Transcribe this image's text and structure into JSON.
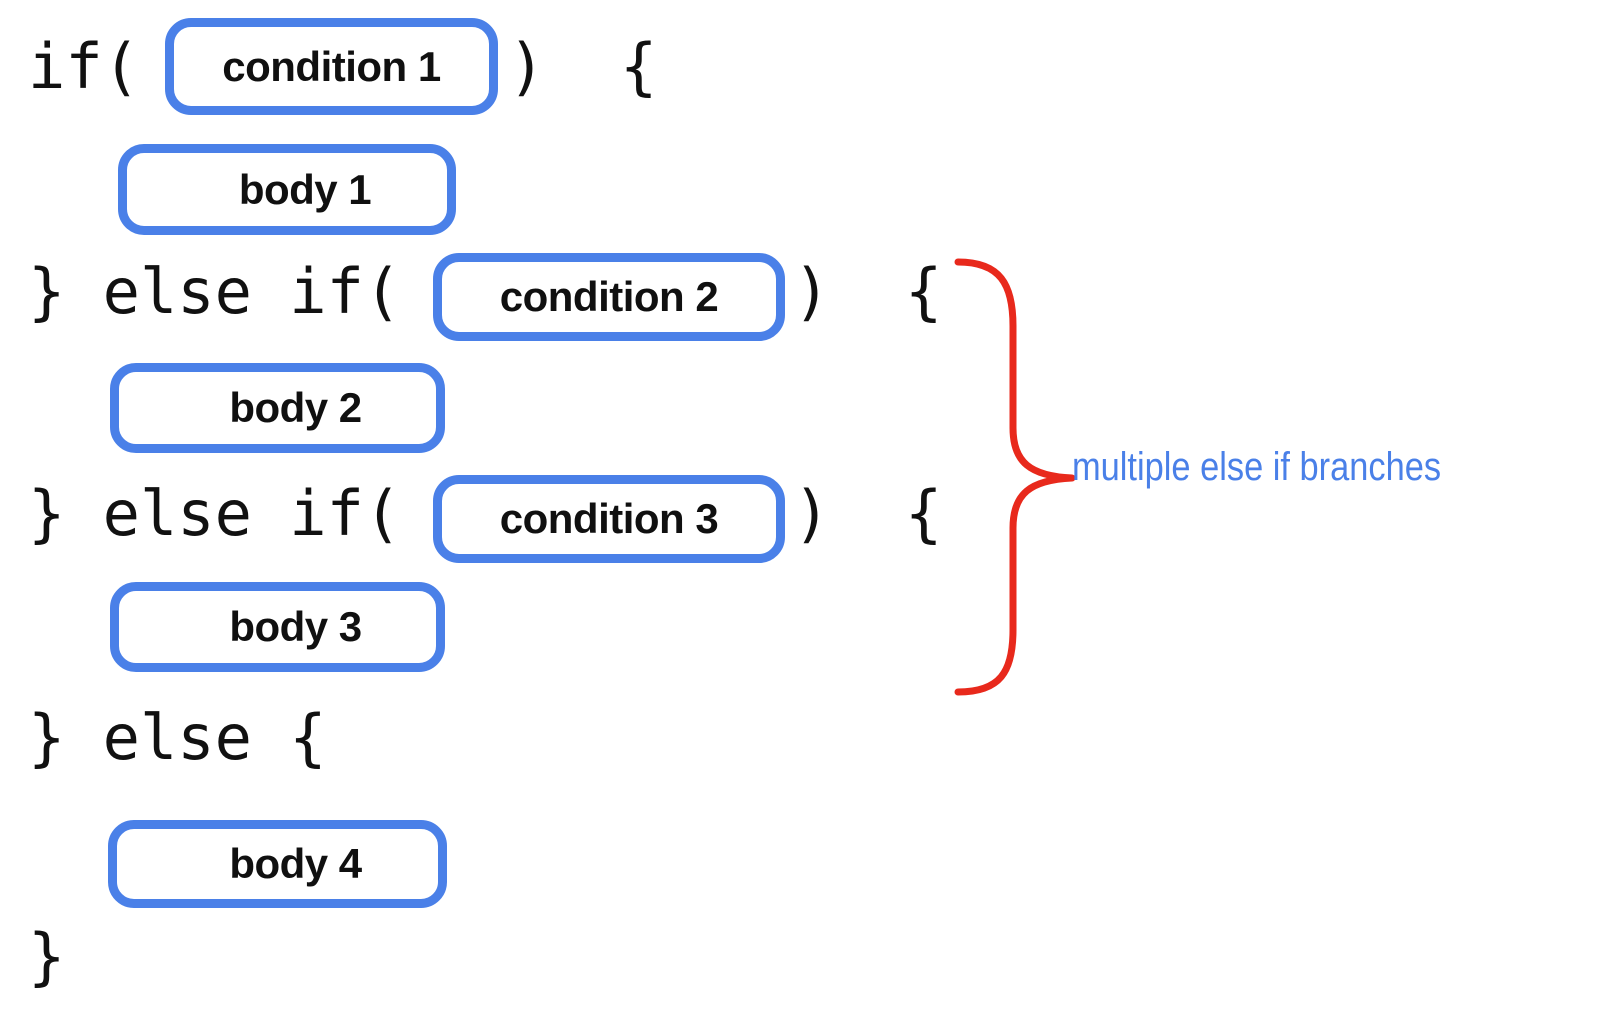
{
  "diagram": {
    "title": "if / else if / else control flow structure",
    "colors": {
      "highlight_blue": "#4a80e8",
      "annotation_blue": "#4a80e8",
      "brace_red": "#e8291c",
      "code_text": "#111111",
      "background": "#ffffff"
    },
    "code_lines": [
      {
        "id": "line-if",
        "text": "if("
      },
      {
        "id": "line-if-close",
        "text": ")  {"
      },
      {
        "id": "line-elseif-1",
        "text": "} else if("
      },
      {
        "id": "line-elseif-1-close",
        "text": ")  {"
      },
      {
        "id": "line-elseif-2",
        "text": "} else if("
      },
      {
        "id": "line-elseif-2-close",
        "text": ")  {"
      },
      {
        "id": "line-else",
        "text": "} else {"
      },
      {
        "id": "line-end",
        "text": "}"
      }
    ],
    "boxes": [
      {
        "id": "condition-1",
        "label": "condition 1"
      },
      {
        "id": "body-1",
        "label": "body 1"
      },
      {
        "id": "condition-2",
        "label": "condition 2"
      },
      {
        "id": "body-2",
        "label": "body 2"
      },
      {
        "id": "condition-3",
        "label": "condition 3"
      },
      {
        "id": "body-3",
        "label": "body 3"
      },
      {
        "id": "body-4",
        "label": "body 4"
      }
    ],
    "annotation": {
      "text": "multiple else if branches"
    }
  }
}
